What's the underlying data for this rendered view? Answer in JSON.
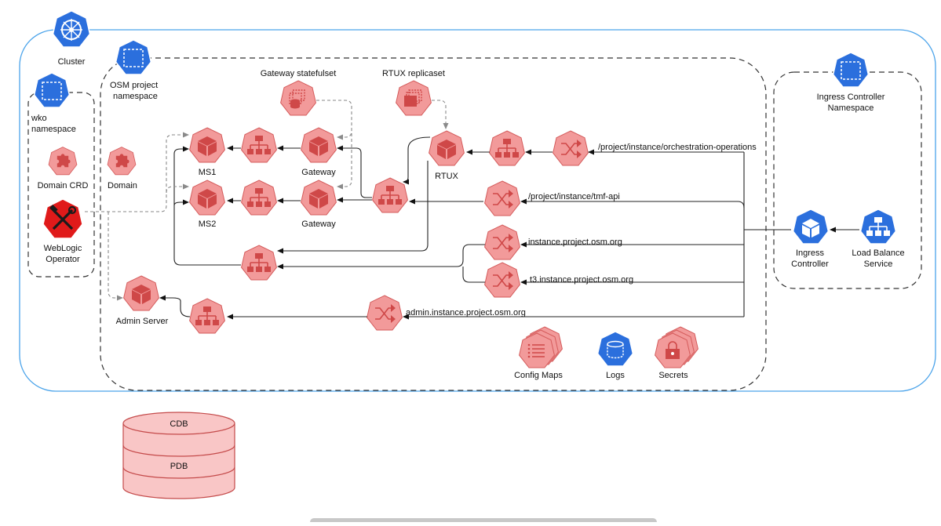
{
  "labels": {
    "cluster": "Cluster",
    "osm_ns_1": "OSM project",
    "osm_ns_2": "namespace",
    "wko_1": "wko",
    "wko_2": "namespace",
    "domain_crd": "Domain CRD",
    "domain": "Domain",
    "weblogic_1": "WebLogic",
    "weblogic_2": "Operator",
    "gateway_sts": "Gateway statefulset",
    "rtux_rs": "RTUX replicaset",
    "ms1": "MS1",
    "ms2": "MS2",
    "gateway_1": "Gateway",
    "gateway_2": "Gateway",
    "rtux": "RTUX",
    "admin_server": "Admin Server",
    "config_maps": "Config Maps",
    "logs": "Logs",
    "secrets": "Secrets",
    "ingress_ns_1": "Ingress Controller",
    "ingress_ns_2": "Namespace",
    "ingress_ctrl_1": "Ingress",
    "ingress_ctrl_2": "Controller",
    "lb_1": "Load Balance",
    "lb_2": "Service",
    "cdb": "CDB",
    "pdb": "PDB"
  },
  "routes": {
    "orchestration": "/project/instance/orchestration-operations",
    "tmf": "/project/instance/tmf-api",
    "osm_org": "instance.project.osm.org",
    "t3": "t3.instance.project.osm.org",
    "admin": "admin.instance.project.osm.org"
  },
  "colors": {
    "k8s_blue": "#2b6fdd",
    "resource_red": "#f29a9a",
    "operator_red": "#e01a1a",
    "cluster_border": "#4aa3ea"
  },
  "icons": [
    "kubernetes-wheel-icon",
    "namespace-icon",
    "custom-resource-icon",
    "operator-tools-icon",
    "pod-icon",
    "service-icon",
    "ingress-icon",
    "statefulset-icon",
    "replicaset-icon",
    "configmap-icon",
    "volume-icon",
    "secret-icon",
    "database-icon"
  ]
}
